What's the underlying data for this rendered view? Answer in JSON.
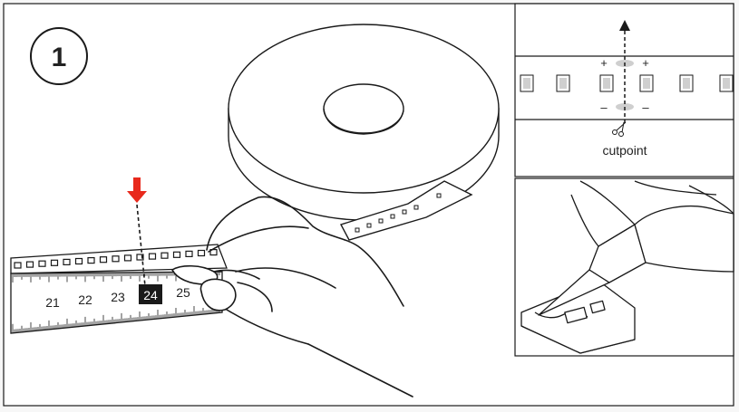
{
  "step": {
    "number": "1"
  },
  "ruler": {
    "ticks": [
      "21",
      "22",
      "23",
      "24",
      "25"
    ],
    "highlighted": "24"
  },
  "detail": {
    "plus_left": "+",
    "plus_right": "+",
    "minus_left": "–",
    "minus_right": "–",
    "cutpoint_label": "cutpoint"
  },
  "colors": {
    "line": "#1a1a1a",
    "arrow": "#e8291c",
    "pad": "#cfcfcf",
    "highlight_fill": "#1a1a1a"
  },
  "icons": [
    "scissors-icon",
    "down-arrow-icon",
    "up-arrow-icon"
  ]
}
